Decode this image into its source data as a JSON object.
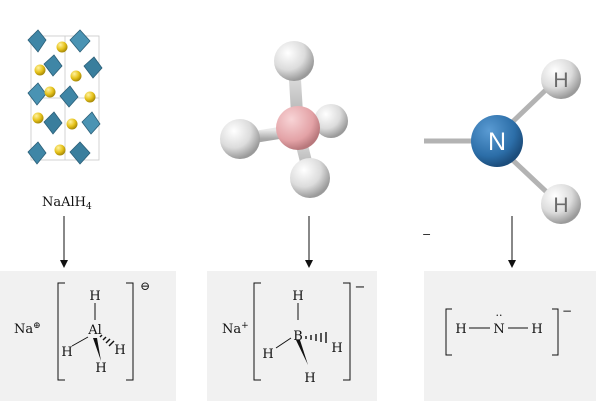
{
  "figure": {
    "structures": [
      {
        "formula_parts": [
          "NaAlH",
          "4"
        ],
        "cation": "Na",
        "cation_charge": "⊕",
        "central_atom": "Al",
        "ligand": "H",
        "complex_charge": "⊖"
      },
      {
        "cation": "Na",
        "cation_charge": "+",
        "central_atom": "B",
        "ligand": "H",
        "complex_charge": "−"
      },
      {
        "model_atom_central": "N",
        "model_atom_ligand": "H",
        "stray_mark": "−",
        "central_atom": "N",
        "lone_pair_dots": "··",
        "ligand": "H",
        "complex_charge": "−"
      }
    ]
  },
  "colors": {
    "octahedra": "#3f86a6",
    "sodium_spheres": "#e6c21a",
    "boron": "#e8a9ad",
    "hydrogen": "#e7e7e7",
    "nitrogen": "#2c6ea8",
    "panel_bg": "#f1f1f1"
  }
}
